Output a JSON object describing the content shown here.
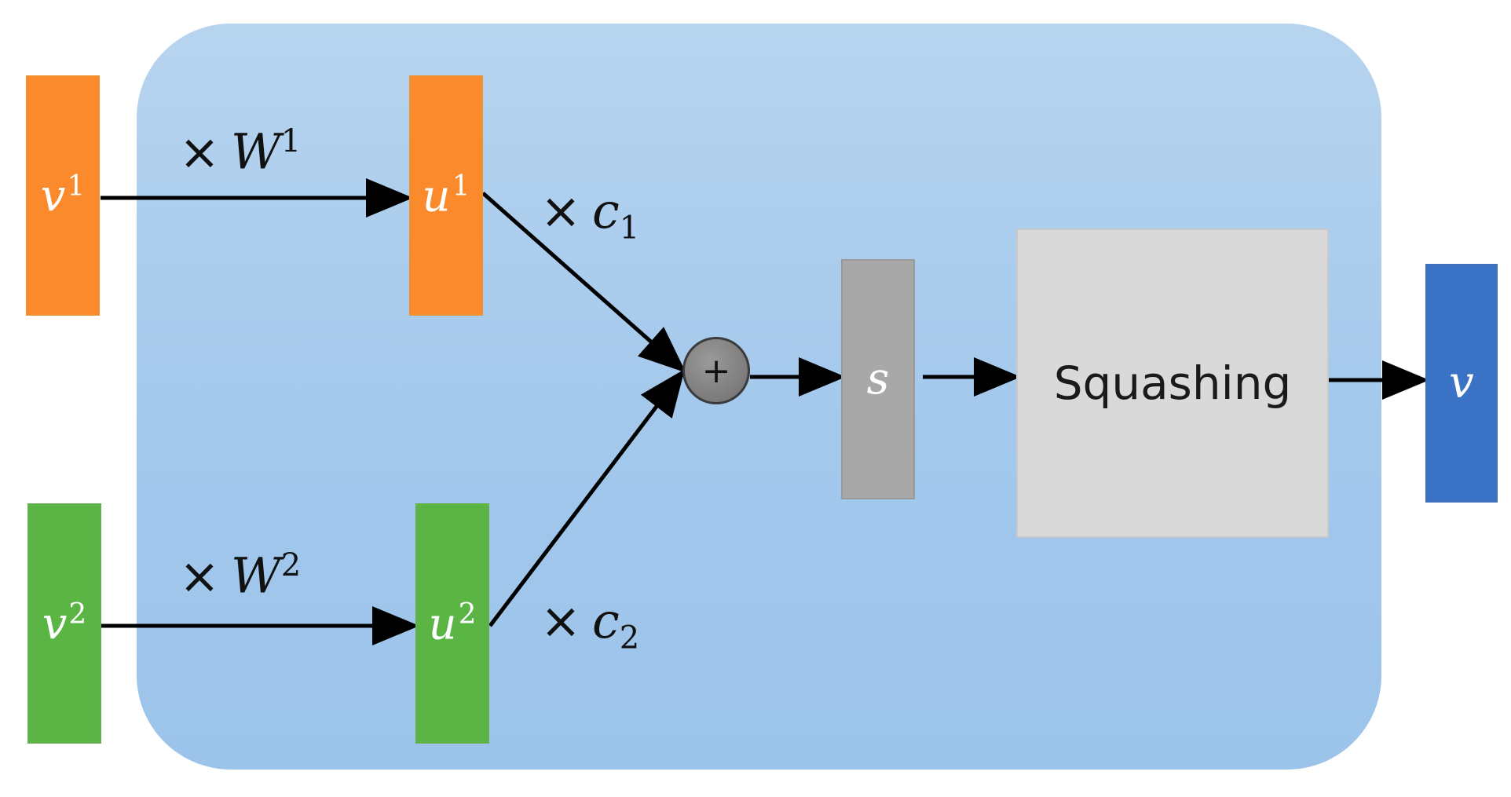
{
  "inputs": {
    "v1": {
      "symbol": "v",
      "index": "1"
    },
    "v2": {
      "symbol": "v",
      "index": "2"
    }
  },
  "transformed": {
    "u1": {
      "symbol": "u",
      "index": "1"
    },
    "u2": {
      "symbol": "u",
      "index": "2"
    }
  },
  "weights": {
    "w1": {
      "times": "×",
      "symbol": "W",
      "index": "1"
    },
    "w2": {
      "times": "×",
      "symbol": "W",
      "index": "2"
    }
  },
  "coupling": {
    "c1": {
      "times": "×",
      "symbol": "c",
      "index": "1"
    },
    "c2": {
      "times": "×",
      "symbol": "c",
      "index": "2"
    }
  },
  "adder": {
    "symbol": "+"
  },
  "sum": {
    "symbol": "s"
  },
  "squashing": {
    "label": "Squashing"
  },
  "output": {
    "symbol": "v"
  },
  "colors": {
    "capsule_background": "#a8cbed",
    "input_1": "#fb8a2c",
    "input_2": "#5bb544",
    "sum_box": "#a8a8a8",
    "squashing_box": "#d9d9d9",
    "output_box": "#3a73c6",
    "arrow": "#000000"
  }
}
